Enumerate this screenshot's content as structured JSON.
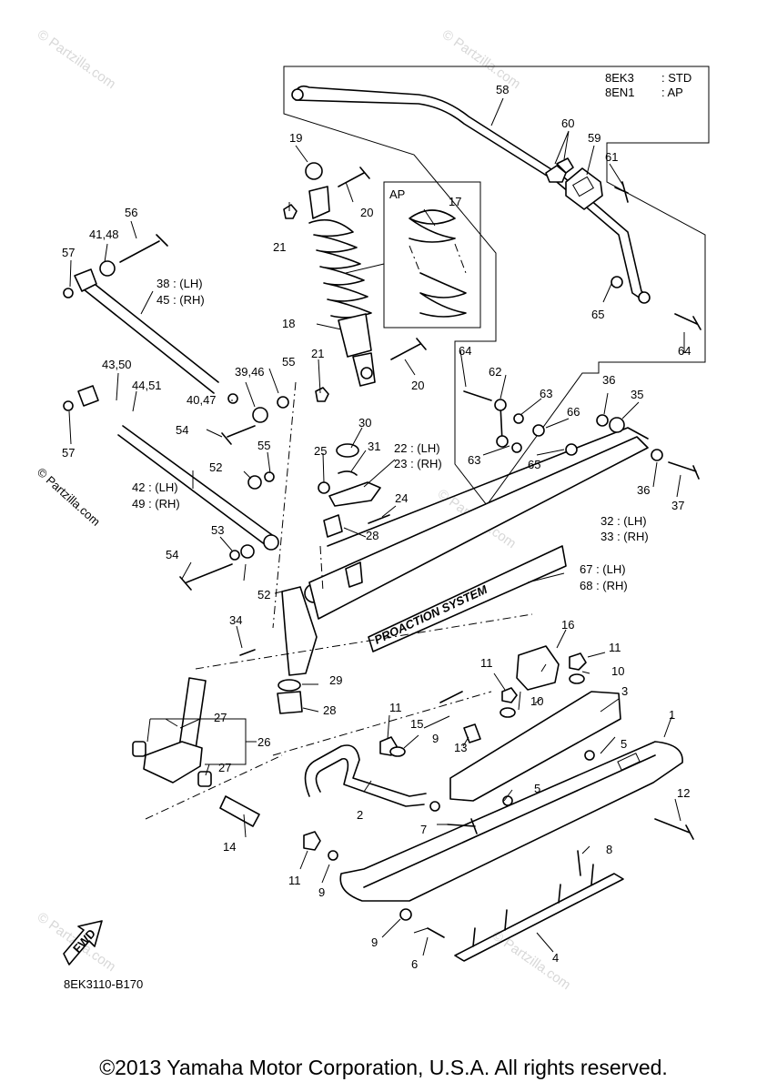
{
  "legend": {
    "rows": [
      {
        "code": "8EK3",
        "value": ": STD"
      },
      {
        "code": "8EN1",
        "value": ": AP"
      }
    ]
  },
  "inset_label": "AP",
  "callouts": {
    "c58": "58",
    "c60": "60",
    "c59": "59",
    "c61": "61",
    "c19": "19",
    "c20a": "20",
    "c21a": "21",
    "c17": "17",
    "c56": "56",
    "c4148": "41,48",
    "c57a": "57",
    "c38": "38 : (LH)",
    "c45": "45 : (RH)",
    "c18": "18",
    "c65a": "65",
    "c64a": "64",
    "c64b": "64",
    "c21b": "21",
    "c20b": "20",
    "c62": "62",
    "c63a": "63",
    "c63b": "63",
    "c66": "66",
    "c65b": "65",
    "c36a": "36",
    "c35": "35",
    "c36b": "36",
    "c37": "37",
    "c4350": "43,50",
    "c4451": "44,51",
    "c3946": "39,46",
    "c55a": "55",
    "c4047": "40,47",
    "c57b": "57",
    "c54a": "54",
    "c30": "30",
    "c31": "31",
    "c22": "22 : (LH)",
    "c23": "23 : (RH)",
    "c25": "25",
    "c55b": "55",
    "c52a": "52",
    "c42": "42 : (LH)",
    "c49": "49 : (RH)",
    "c24": "24",
    "c28a": "28",
    "c32": "32 : (LH)",
    "c33": "33 : (RH)",
    "c53": "53",
    "c54b": "54",
    "c52b": "52",
    "c67": "67 : (LH)",
    "c68": "68 : (RH)",
    "c34": "34",
    "c16": "16",
    "c29": "29",
    "c11a": "11",
    "c10a": "10",
    "c11b": "11",
    "c3": "3",
    "c28b": "28",
    "c27a": "27",
    "c26": "26",
    "c11c": "11",
    "c10b": "10",
    "c15": "15",
    "c9a": "9",
    "c13": "13",
    "c1": "1",
    "c5a": "5",
    "c27b": "27",
    "c5b": "5",
    "c2": "2",
    "c12": "12",
    "c7": "7",
    "c14": "14",
    "c8": "8",
    "c11d": "11",
    "c9b": "9",
    "c9c": "9",
    "c6": "6",
    "c4": "4"
  },
  "decal_text": "PROACTION SYSTEM",
  "fwd_label": "FWD",
  "diagram_code": "8EK3110-B170",
  "watermark": {
    "side": "© Partzilla.com",
    "tile": "© Partzilla.com"
  },
  "copyright": "©2013 Yamaha Motor Corporation, U.S.A. All rights reserved.",
  "colors": {
    "ink": "#000000",
    "watermark": "#d8d8d8",
    "background": "#ffffff"
  }
}
